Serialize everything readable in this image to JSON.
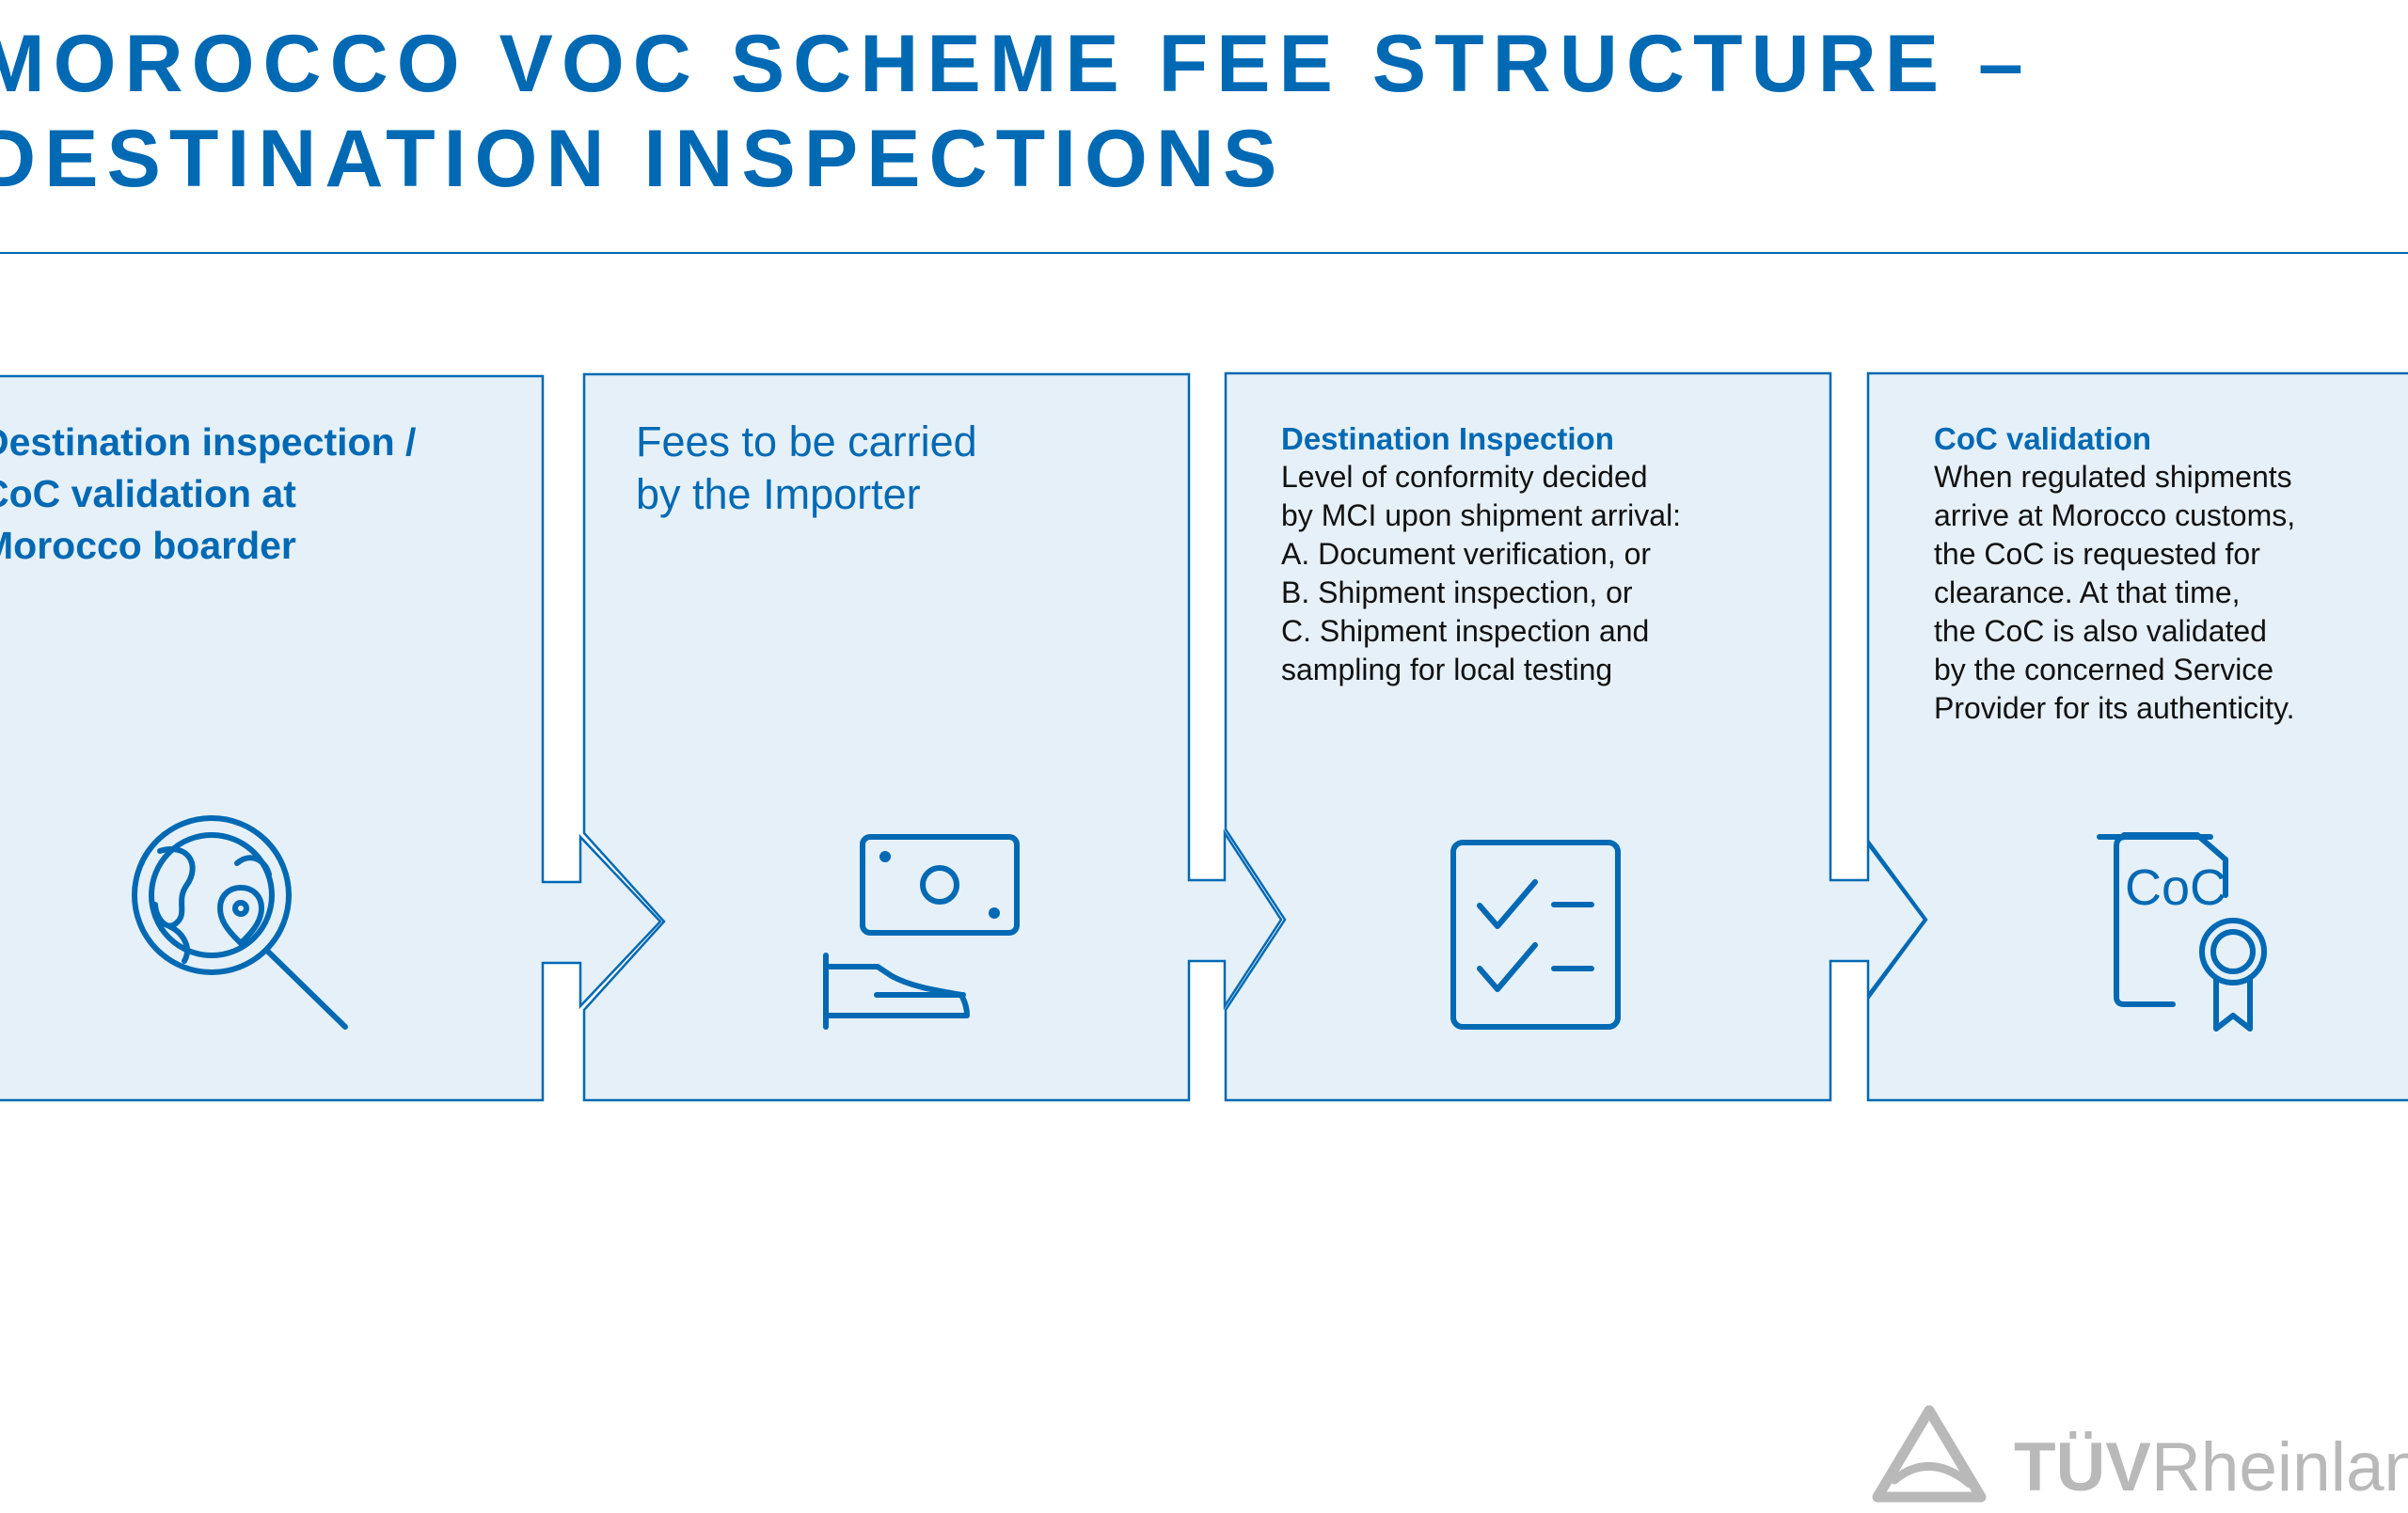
{
  "title": {
    "line1": "MOROCCO VOC SCHEME FEE STRUCTURE –",
    "line2": "DESTINATION INSPECTIONS"
  },
  "steps": [
    {
      "heading_lines": [
        "Destination inspection /",
        "CoC validation at",
        "Morocco boarder"
      ],
      "icon": "globe-search-icon"
    },
    {
      "lead_lines": [
        "Fees to be carried",
        "by the Importer"
      ],
      "icon": "money-hand-icon"
    },
    {
      "subtitle": "Destination Inspection",
      "body_lines": [
        "Level of conformity decided",
        "by MCI upon shipment arrival:",
        "A. Document verification, or",
        "B. Shipment inspection, or",
        "C. Shipment inspection and",
        "sampling for local testing"
      ],
      "icon": "checklist-icon"
    },
    {
      "subtitle": "CoC validation",
      "body_lines": [
        "When regulated shipments",
        "arrive at Morocco customs,",
        "the CoC is requested for",
        "clearance. At that time,",
        "the CoC is also validated",
        "by the concerned Service",
        "Provider for its authenticity."
      ],
      "icon": "coc-certificate-icon",
      "icon_text": "CoC"
    }
  ],
  "logo": {
    "bold": "TÜV",
    "regular": "Rheinland"
  },
  "colors": {
    "accent": "#0069b4",
    "panel_fill": "#e5f0f8",
    "logo_gray": "#b9b9b9",
    "body_text": "#111111"
  }
}
